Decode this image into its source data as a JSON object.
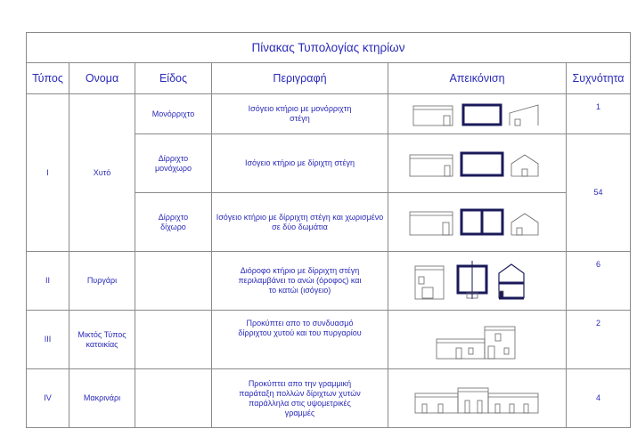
{
  "title": "Πίνακας Τυπολογίας κτηρίων",
  "headers": {
    "type": "Τύπος",
    "name": "Ονομα",
    "kind": "Είδος",
    "description": "Περιγραφή",
    "illustration": "Απεικόνιση",
    "frequency": "Συχνότητα"
  },
  "rows": [
    {
      "type": "I",
      "name": "Χυτό",
      "kind": "Μονόρριχτο",
      "description": "Ισόγειο κτήριο με μονόρριχτη στέγη",
      "frequency": "1"
    },
    {
      "kind": "Δίρριχτο μονόχωρο",
      "description": "Ισόγειο κτήριο με δίριχτη στέγη",
      "frequency": "54"
    },
    {
      "kind": "Δίρριχτο δίχωρο",
      "description": "Ισόγειο κτήριο με δίρριχτη στέγη και χωρισμένο σε δύο δωμάτια"
    },
    {
      "type": "II",
      "name": "Πυργάρι",
      "kind": "",
      "description": "Διόροφο κτήριο με δίρριχτη στέγη περιλαμβάνει το ανώι (όροφος) και το κατώι (ισόγειο)",
      "frequency": "6"
    },
    {
      "type": "III",
      "name": "Μικτός Τύπος κατοικίας",
      "kind": "",
      "description": "Προκύπτει απο το συνδυασμό δίρριχτου χυτού και του πυργαρίου",
      "frequency": "2"
    },
    {
      "type": "IV",
      "name": "Μακρινάρι",
      "kind": "",
      "description": "Προκύπτει απο την γραμμική παράταξη πολλών δίριχτων χυτών παράλληλα στις υψομετρικές γραμμές",
      "frequency": "4"
    }
  ],
  "colors": {
    "text": "#2a2ab8",
    "lines": "#8a8a8a",
    "plan": "#1a1a5a"
  }
}
